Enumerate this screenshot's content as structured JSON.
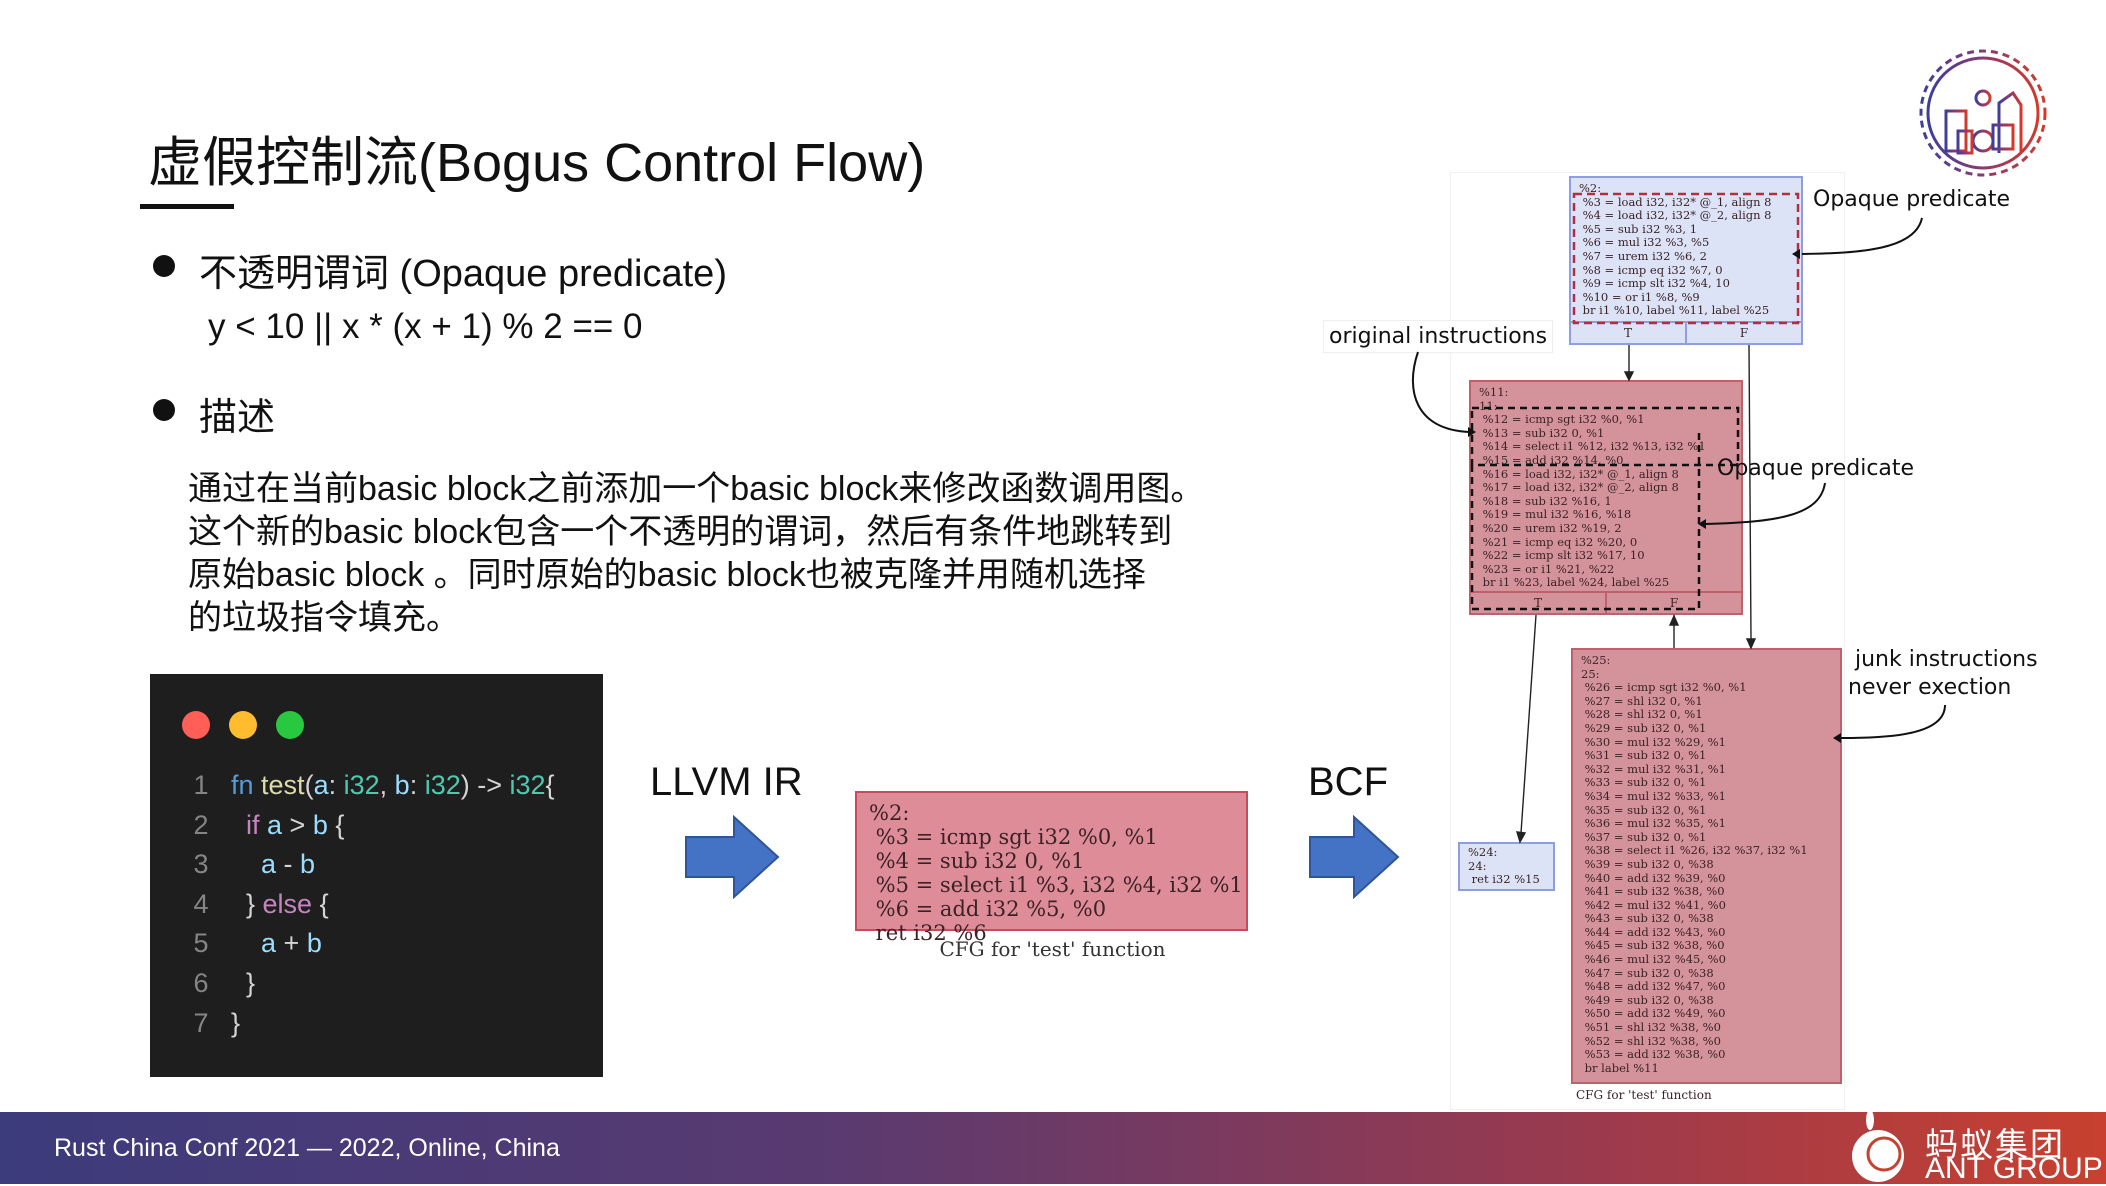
{
  "slide": {
    "title": "虚假控制流(Bogus Control Flow)",
    "bullets": [
      {
        "label": "不透明谓词 (Opaque predicate)"
      },
      {
        "label": "描述"
      }
    ],
    "formula": "y < 10 || x * (x + 1) % 2 == 0",
    "description_lines": [
      "通过在当前basic block之前添加一个basic block来修改函数调用图。",
      "这个新的basic block包含一个不透明的谓词，然后有条件地跳转到",
      "原始basic block 。同时原始的basic block也被克隆并用随机选择",
      "的垃圾指令填充。"
    ],
    "arrow_labels": {
      "llvm": "LLVM IR",
      "bcf": "BCF"
    }
  },
  "code_editor": {
    "window_buttons": [
      "close",
      "minimize",
      "maximize"
    ],
    "colors": {
      "close": "#ff5f57",
      "minimize": "#febc2e",
      "maximize": "#28c840",
      "kw": "#569cd6",
      "fn": "#dcdcaa",
      "var": "#9cdcfe",
      "type": "#4ec9b0",
      "ctrl": "#c586c0",
      "punct": "#d4d4d4"
    },
    "lines": [
      {
        "num": "1",
        "tokens": [
          {
            "t": "fn ",
            "k": "kw"
          },
          {
            "t": "test",
            "k": "fn"
          },
          {
            "t": "(",
            "k": "punct"
          },
          {
            "t": "a",
            "k": "var"
          },
          {
            "t": ": ",
            "k": "punct"
          },
          {
            "t": "i32",
            "k": "type"
          },
          {
            "t": ", ",
            "k": "punct"
          },
          {
            "t": "b",
            "k": "var"
          },
          {
            "t": ": ",
            "k": "punct"
          },
          {
            "t": "i32",
            "k": "type"
          },
          {
            "t": ") -> ",
            "k": "punct"
          },
          {
            "t": "i32",
            "k": "type"
          },
          {
            "t": "{",
            "k": "punct"
          }
        ]
      },
      {
        "num": "2",
        "tokens": [
          {
            "t": "  if ",
            "k": "ctrl"
          },
          {
            "t": "a",
            "k": "var"
          },
          {
            "t": " > ",
            "k": "punct"
          },
          {
            "t": "b",
            "k": "var"
          },
          {
            "t": " {",
            "k": "punct"
          }
        ]
      },
      {
        "num": "3",
        "tokens": [
          {
            "t": "    a",
            "k": "var"
          },
          {
            "t": " - ",
            "k": "punct"
          },
          {
            "t": "b",
            "k": "var"
          }
        ]
      },
      {
        "num": "4",
        "tokens": [
          {
            "t": "  } ",
            "k": "punct"
          },
          {
            "t": "else",
            "k": "ctrl"
          },
          {
            "t": " {",
            "k": "punct"
          }
        ]
      },
      {
        "num": "5",
        "tokens": [
          {
            "t": "    a",
            "k": "var"
          },
          {
            "t": " + ",
            "k": "punct"
          },
          {
            "t": "b",
            "k": "var"
          }
        ]
      },
      {
        "num": "6",
        "tokens": [
          {
            "t": "  }",
            "k": "punct"
          }
        ]
      },
      {
        "num": "7",
        "tokens": [
          {
            "t": "}",
            "k": "punct"
          }
        ]
      }
    ]
  },
  "cfg_before": {
    "lines": [
      "%2:",
      " %3 = icmp sgt i32 %0, %1",
      " %4 = sub i32 0, %1",
      " %5 = select i1 %3, i32 %4, i32 %1",
      " %6 = add i32 %5, %0",
      " ret i32 %6"
    ],
    "caption": "CFG for 'test' function"
  },
  "cfg_after": {
    "block2": {
      "lines": [
        "%2:",
        " %3 = load i32, i32* @_1, align 8",
        " %4 = load i32, i32* @_2, align 8",
        " %5 = sub i32 %3, 1",
        " %6 = mul i32 %3, %5",
        " %7 = urem i32 %6, 2",
        " %8 = icmp eq i32 %7, 0",
        " %9 = icmp slt i32 %4, 10",
        " %10 = or i1 %8, %9",
        " br i1 %10, label %11, label %25"
      ],
      "t": "T",
      "f": "F"
    },
    "block11": {
      "lines": [
        "%11:",
        "11:",
        " %12 = icmp sgt i32 %0, %1",
        " %13 = sub i32 0, %1",
        " %14 = select i1 %12, i32 %13, i32 %1",
        " %15 = add i32 %14, %0",
        " %16 = load i32, i32* @_1, align 8",
        " %17 = load i32, i32* @_2, align 8",
        " %18 = sub i32 %16, 1",
        " %19 = mul i32 %16, %18",
        " %20 = urem i32 %19, 2",
        " %21 = icmp eq i32 %20, 0",
        " %22 = icmp slt i32 %17, 10",
        " %23 = or i1 %21, %22",
        " br i1 %23, label %24, label %25"
      ],
      "t": "T",
      "f": "F"
    },
    "block24": {
      "lines": [
        "%24:",
        "24:",
        " ret i32 %15"
      ]
    },
    "block25": {
      "lines": [
        "%25:",
        "25:",
        " %26 = icmp sgt i32 %0, %1",
        " %27 = shl i32 0, %1",
        " %28 = shl i32 0, %1",
        " %29 = sub i32 0, %1",
        " %30 = mul i32 %29, %1",
        " %31 = sub i32 0, %1",
        " %32 = mul i32 %31, %1",
        " %33 = sub i32 0, %1",
        " %34 = mul i32 %33, %1",
        " %35 = sub i32 0, %1",
        " %36 = mul i32 %35, %1",
        " %37 = sub i32 0, %1",
        " %38 = select i1 %26, i32 %37, i32 %1",
        " %39 = sub i32 0, %38",
        " %40 = add i32 %39, %0",
        " %41 = sub i32 %38, %0",
        " %42 = mul i32 %41, %0",
        " %43 = sub i32 0, %38",
        " %44 = add i32 %43, %0",
        " %45 = sub i32 %38, %0",
        " %46 = mul i32 %45, %0",
        " %47 = sub i32 0, %38",
        " %48 = add i32 %47, %0",
        " %49 = sub i32 0, %38",
        " %50 = add i32 %49, %0",
        " %51 = shl i32 %38, %0",
        " %52 = shl i32 %38, %0",
        " %53 = add i32 %38, %0",
        " br label %11"
      ]
    },
    "caption": "CFG for 'test' function",
    "annotations": {
      "opaque1": "Opaque predicate",
      "original": "original instructions",
      "opaque2": "Opaque predicate",
      "junk1": "junk instructions",
      "junk2": "never exection"
    }
  },
  "footer": {
    "text": "Rust China Conf 2021 — 2022, Online, China",
    "brand_cn": "蚂蚁集团",
    "brand_en": "ANT GROUP"
  },
  "logo": {
    "name": "rust-china-conf-shanghai-gear-logo"
  }
}
